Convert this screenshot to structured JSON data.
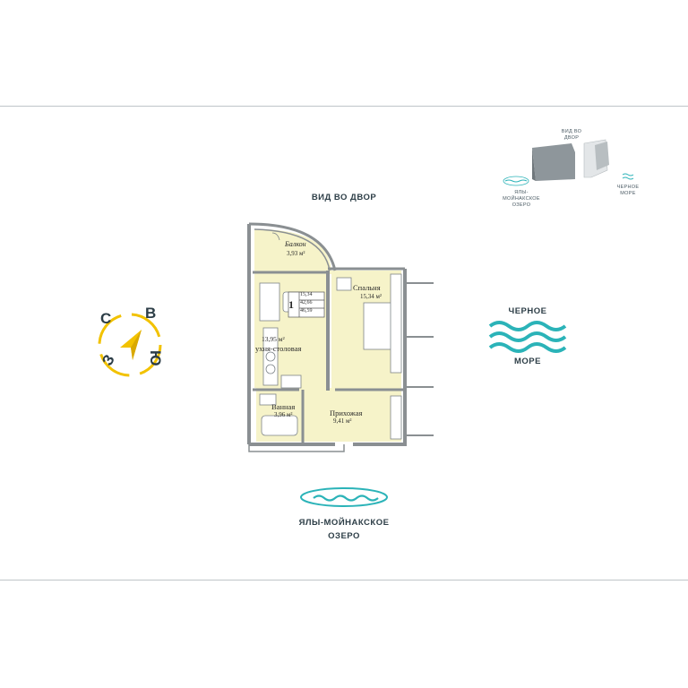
{
  "view_label": "ВИД ВО ДВОР",
  "compass": {
    "n": "С",
    "e": "В",
    "s": "Ю",
    "w": "З",
    "color": "#f2c200"
  },
  "sea": {
    "line1": "ЧЕРНОЕ",
    "line2": "МОРЕ",
    "color": "#2bb3b8"
  },
  "lake": {
    "line1": "ЯЛЫ-МОЙНАКСКОЕ",
    "line2": "ОЗЕРО",
    "color": "#2bb3b8"
  },
  "minimap": {
    "view_line1": "ВИД ВО",
    "view_line2": "ДВОР",
    "lake_line1": "ЯЛЫ-МОЙНАКСКОЕ",
    "lake_line2": "ОЗЕРО",
    "sea_line1": "ЧЕРНОЕ",
    "sea_line2": "МОРЕ"
  },
  "plan": {
    "fill_color": "#f6f3c9",
    "wall_color": "#8a8f92",
    "rooms": {
      "balcony": {
        "name": "Балкон",
        "area": "3,93 м²"
      },
      "kitchen": {
        "name": "ухня-столовая",
        "area": "13,95 м²"
      },
      "bedroom": {
        "name": "Спальня",
        "area": "15,34 м²"
      },
      "bathroom": {
        "name": "Ванная",
        "area": "3,96 м²"
      },
      "hall": {
        "name": "Прихожая",
        "area": "9,41 м²"
      }
    },
    "legend": {
      "rooms": "1",
      "living": "15,34",
      "total_living": "42,66",
      "total": "46,59"
    }
  }
}
